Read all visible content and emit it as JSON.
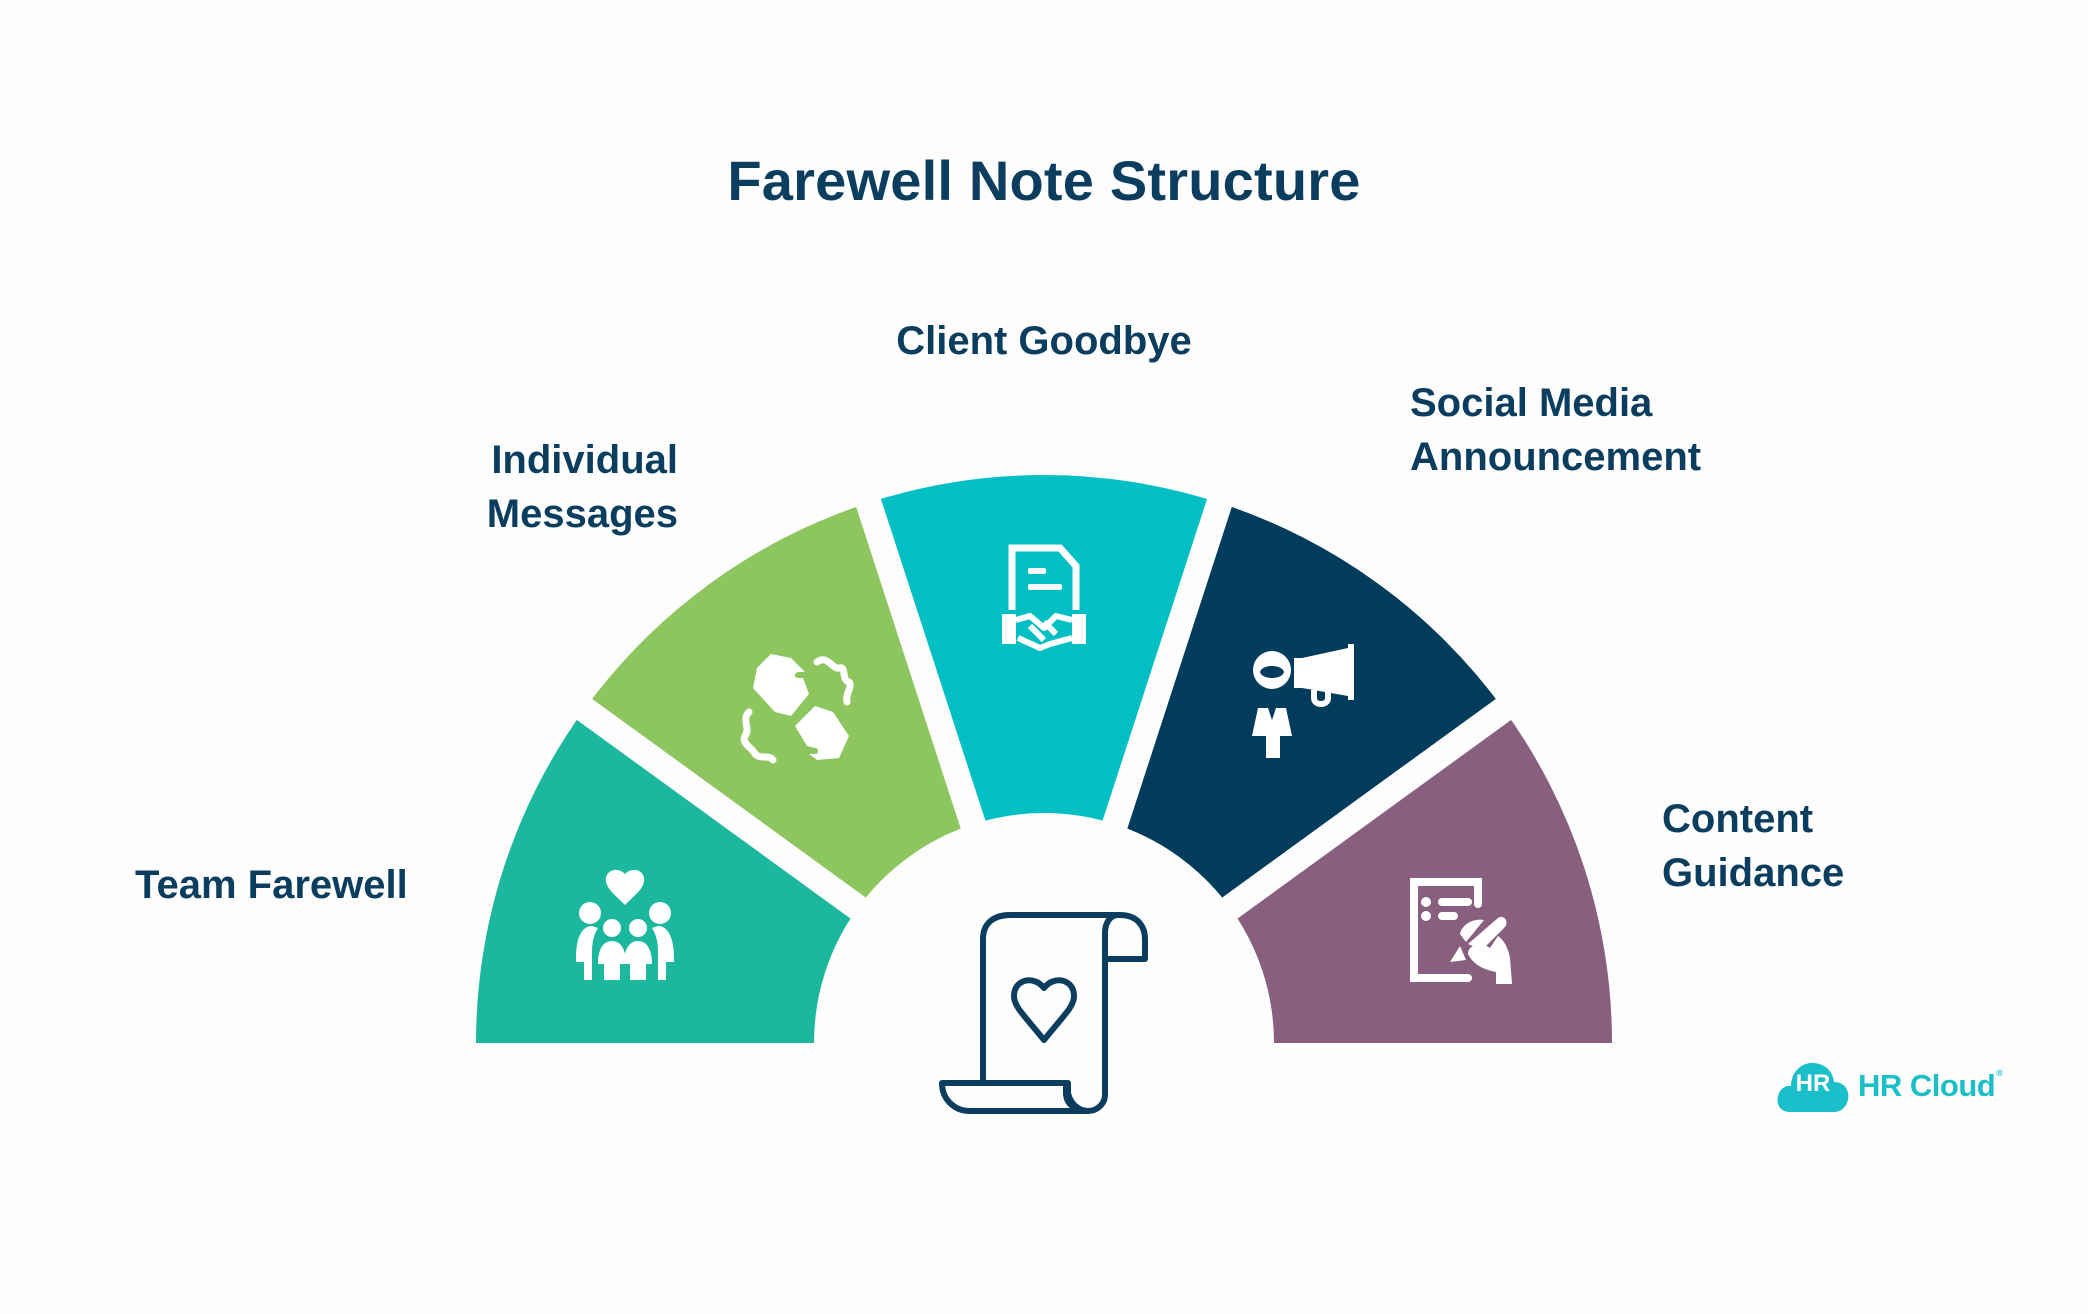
{
  "title": "Farewell Note Structure",
  "segments": [
    {
      "id": "team-farewell",
      "label_lines": [
        "Team Farewell"
      ],
      "color": "#1cb89e",
      "icon": "family-heart-icon"
    },
    {
      "id": "individual-messages",
      "label_lines": [
        "Individual",
        "Messages"
      ],
      "color": "#8dc55f",
      "icon": "message-exchange-icon"
    },
    {
      "id": "client-goodbye",
      "label_lines": [
        "Client Goodbye"
      ],
      "color": "#02bfc4",
      "icon": "contract-handshake-icon"
    },
    {
      "id": "social-media-announcement",
      "label_lines": [
        "Social Media",
        "Announcement"
      ],
      "color": "#013c5c",
      "icon": "megaphone-person-icon"
    },
    {
      "id": "content-guidance",
      "label_lines": [
        "Content",
        "Guidance"
      ],
      "color": "#895f80",
      "icon": "document-writing-icon"
    }
  ],
  "center_icon": "scroll-heart-icon",
  "colors": {
    "text": "#0a3d5e",
    "background": "#fdfdfd",
    "center_icon_stroke": "#0a3d5e",
    "logo": "#1bbfc9"
  },
  "logo": {
    "badge_text": "HR",
    "brand_text": "HR Cloud",
    "registered_mark": "®"
  }
}
